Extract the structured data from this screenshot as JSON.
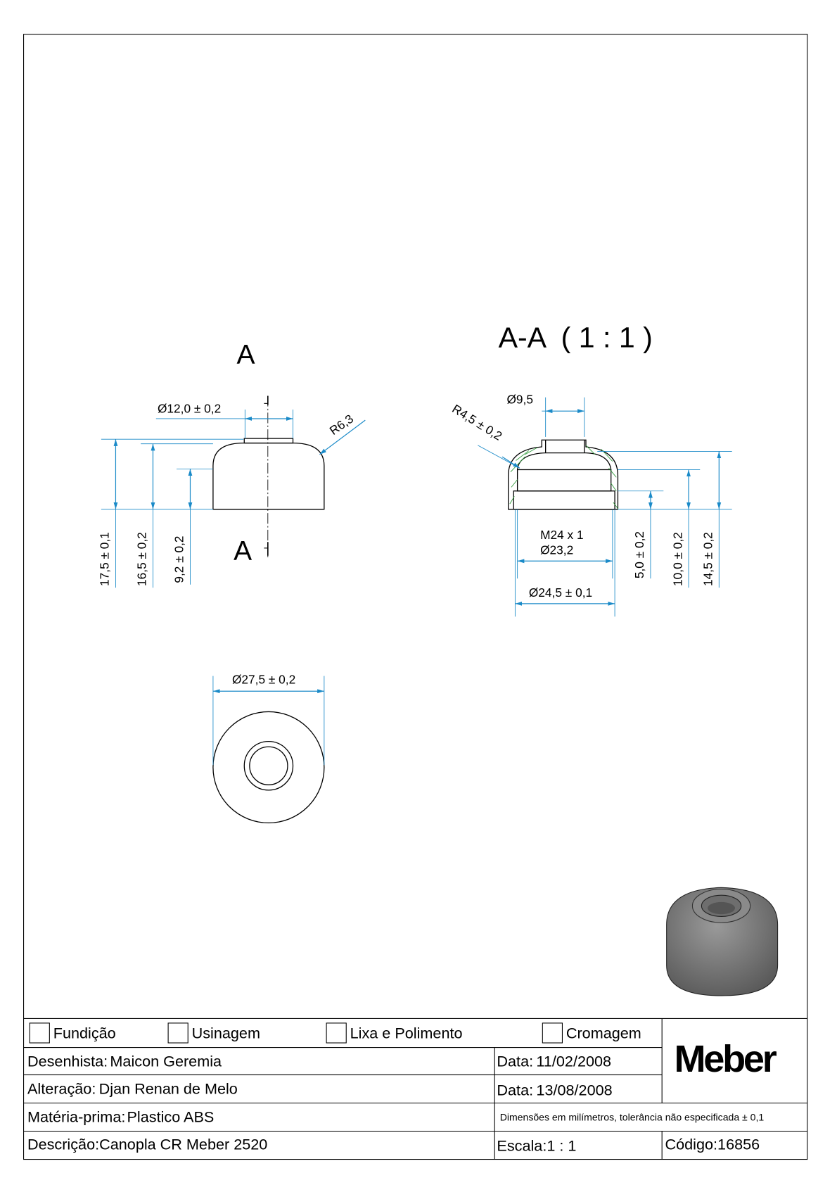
{
  "drawing": {
    "section_label_top": "A",
    "section_label_bottom": "A",
    "section_title": "A-A  ( 1 : 1 )",
    "front_view": {
      "dia_top": "Ø12,0 ± 0,2",
      "radius": "R6,3",
      "height_total": "17,5 ± 0,1",
      "height_body": "16,5 ± 0,2",
      "height_side": "9,2 ± 0,2"
    },
    "section_view": {
      "dia_hole": "Ø9,5",
      "radius": "R4,5 ± 0,2",
      "thread": "M24 x 1",
      "thread_dia": "Ø23,2",
      "dia_outer": "Ø24,5 ± 0,1",
      "h1": "5,0 ± 0,2",
      "h2": "10,0 ± 0,2",
      "h3": "14,5 ± 0,2"
    },
    "top_view": {
      "dia": "Ø27,5 ± 0,2"
    },
    "colors": {
      "dimension": "#1a8ac8",
      "hatch": "#2f9a3a"
    }
  },
  "title_block": {
    "processes": [
      "Fundição",
      "Usinagem",
      "Lixa e Polimento",
      "Cromagem"
    ],
    "desenhista_label": "Desenhista:",
    "desenhista": "Maicon Geremia",
    "data1_label": "Data:",
    "data1": "11/02/2008",
    "alteracao_label": "Alteração:",
    "alteracao": "Djan Renan de Melo",
    "data2_label": "Data:",
    "data2": "13/08/2008",
    "materia_label": "Matéria-prima:",
    "materia": "Plastico ABS",
    "note": "Dimensões em milímetros, tolerância não especificada ± 0,1",
    "descricao_label": "Descrição:",
    "descricao": "Canopla CR Meber 2520",
    "escala_label": "Escala:",
    "escala": "1 : 1",
    "codigo_label": "Código:",
    "codigo": "16856",
    "logo": "Meber"
  }
}
